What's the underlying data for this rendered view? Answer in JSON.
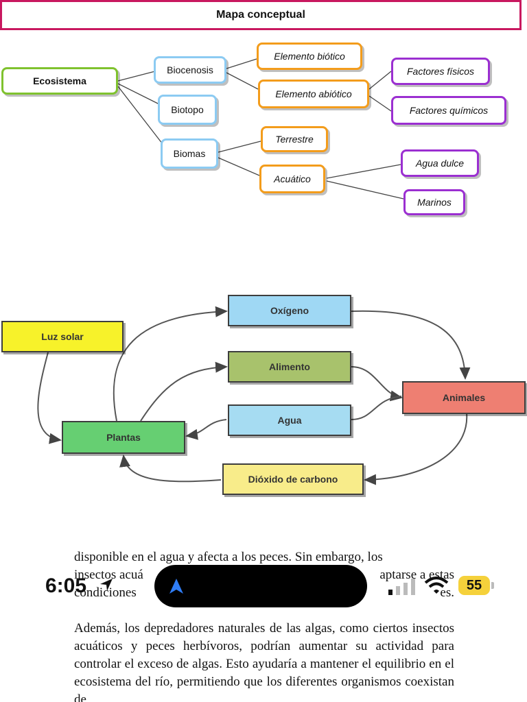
{
  "title": "Mapa conceptual",
  "concept_map": {
    "root": "Ecosistema",
    "level1": [
      "Biocenosis",
      "Biotopo",
      "Biomas"
    ],
    "biocenosis_children": [
      "Elemento biótico",
      "Elemento abiótico"
    ],
    "abiotico_children": [
      "Factores físicos",
      "Factores químicos"
    ],
    "biomas_children": [
      "Terrestre",
      "Acuático"
    ],
    "acuatico_children": [
      "Agua dulce",
      "Marinos"
    ]
  },
  "flow_diagram": {
    "luz": "Luz solar",
    "oxigeno": "Oxígeno",
    "alimento": "Alimento",
    "agua": "Agua",
    "plantas": "Plantas",
    "animales": "Animales",
    "dioxido": "Dióxido de carbono",
    "colors": {
      "luz": "#f7f22a",
      "oxigeno": "#9fd8f4",
      "alimento": "#a8c26c",
      "agua": "#a6dcf2",
      "plantas": "#66cf72",
      "animales": "#ee7f72",
      "dioxido": "#f8ec8a"
    }
  },
  "body_text": {
    "line1": "disponible en el agua y afecta a los peces. Sin embargo, los",
    "line2_left": "insectos acuá",
    "line2_right": "aptarse a estas",
    "line3_left": "condiciones",
    "line3_right": "es.",
    "paragraph2": "Además, los depredadores naturales de las algas, como ciertos insectos acuáticos y peces herbívoros, podrían aumentar su actividad para controlar el exceso de algas. Esto ayudaría a mantener el equilibrio en el ecosistema del río, permitiendo que los diferentes organismos coexistan de"
  },
  "status_bar": {
    "time": "6:05",
    "battery": "55",
    "icons": [
      "location-arrow-icon",
      "navigation-icon",
      "cellular-signal-icon",
      "wifi-icon",
      "battery-icon"
    ]
  }
}
